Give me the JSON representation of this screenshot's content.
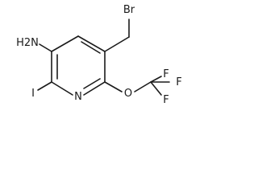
{
  "molecule": {
    "atoms": {
      "br": "Br",
      "nh2": "H2N",
      "i": "I",
      "n": "N",
      "o": "O",
      "f1": "F",
      "f2": "F",
      "f3": "F"
    }
  }
}
